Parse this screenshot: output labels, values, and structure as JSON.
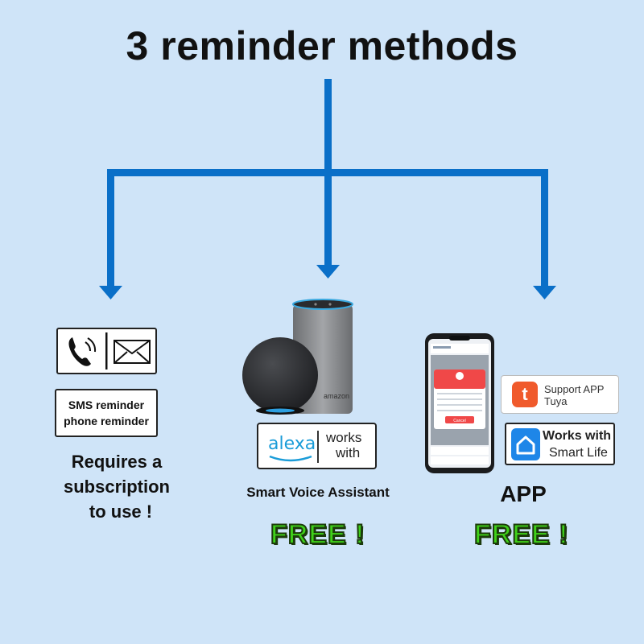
{
  "title": "3 reminder methods",
  "colors": {
    "background": "#cfe4f8",
    "connector": "#0a6fc8",
    "free_fill": "#3fd11a",
    "free_stroke": "#1c3b0c",
    "alexa_blue": "#1a9cd8",
    "tuya_orange": "#f05a2c"
  },
  "methods": [
    {
      "icons": [
        "phone-icon",
        "envelope-icon"
      ],
      "label_lines": [
        "SMS reminder",
        "phone reminder"
      ],
      "note_lines": [
        "Requires a",
        "subscription",
        "to use !"
      ]
    },
    {
      "device_logo": "amazon",
      "badge": {
        "brand": "alexa",
        "works_lines": [
          "works",
          "with"
        ]
      },
      "caption": "Smart Voice Assistant",
      "price": "FREE !"
    },
    {
      "phone_screen": {
        "dialog_button": "Cancel"
      },
      "badge_tuya": {
        "logo": "t",
        "lines": [
          "Support APP",
          "Tuya"
        ]
      },
      "badge_smartlife": {
        "lines": [
          "Works with",
          "Smart Life"
        ]
      },
      "caption": "APP",
      "price": "FREE !"
    }
  ]
}
